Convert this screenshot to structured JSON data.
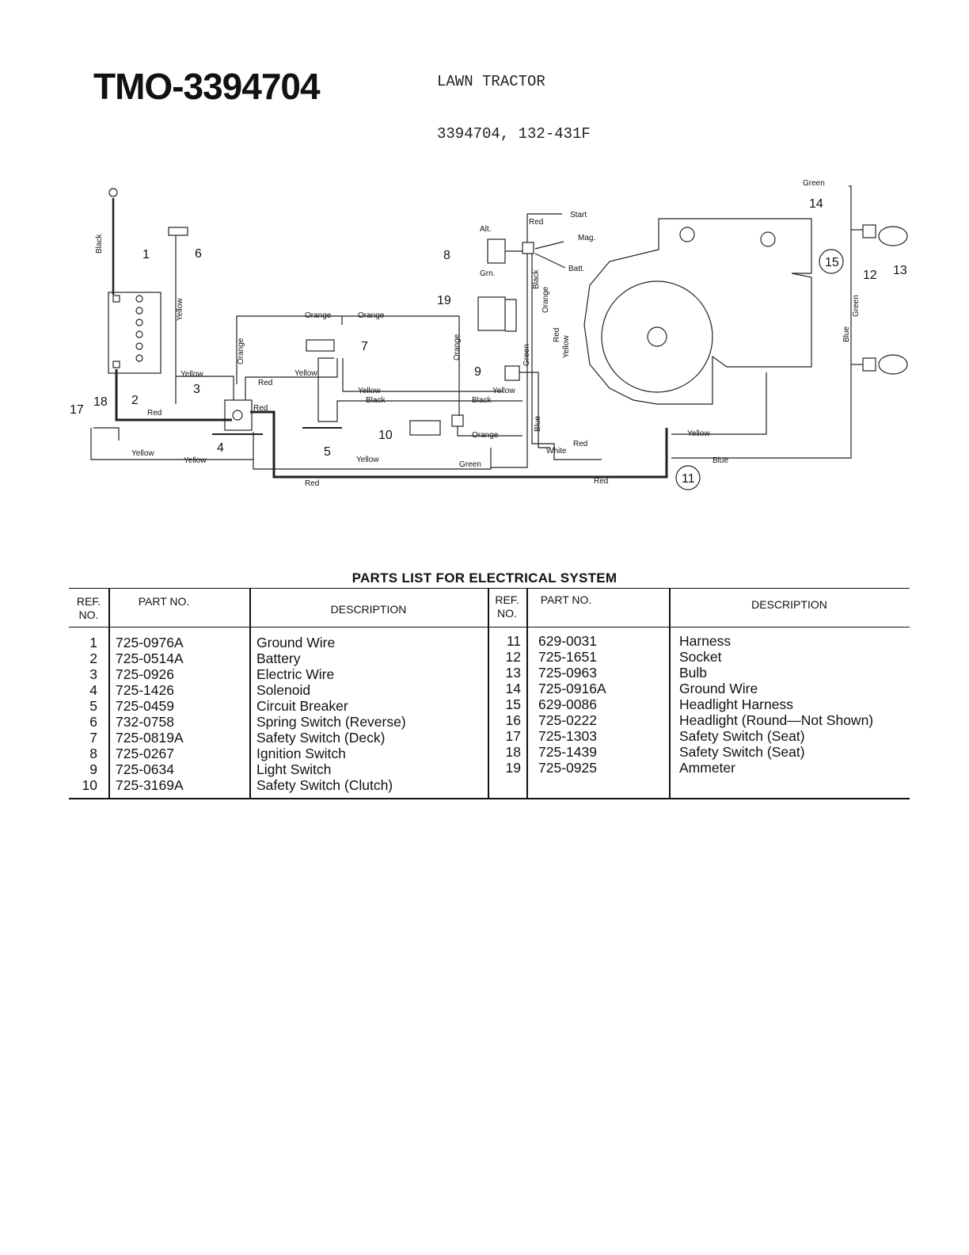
{
  "header": {
    "model_code": "TMO-3394704",
    "title_line1": "LAWN TRACTOR",
    "title_line2": "3394704, 132-431F"
  },
  "diagram": {
    "callouts": [
      "1",
      "2",
      "3",
      "4",
      "5",
      "6",
      "7",
      "8",
      "9",
      "10",
      "11",
      "12",
      "13",
      "14",
      "15",
      "17",
      "18",
      "19"
    ],
    "wire_labels": {
      "black": "Black",
      "yellow": "Yellow",
      "orange": "Orange",
      "red": "Red",
      "green": "Green",
      "blue": "Blue",
      "white": "White"
    },
    "switch_terminals": {
      "start": "Start",
      "mag": "Mag.",
      "batt": "Batt.",
      "alt": "Alt.",
      "grn": "Grn."
    }
  },
  "parts_list": {
    "title": "PARTS LIST FOR ELECTRICAL SYSTEM",
    "headers": {
      "ref_no": "REF. NO.",
      "part_no": "PART NO.",
      "description": "DESCRIPTION"
    },
    "left": [
      {
        "ref": "1",
        "part": "725-0976A",
        "description": "Ground Wire"
      },
      {
        "ref": "2",
        "part": "725-0514A",
        "description": "Battery"
      },
      {
        "ref": "3",
        "part": "725-0926",
        "description": "Electric Wire"
      },
      {
        "ref": "4",
        "part": "725-1426",
        "description": "Solenoid"
      },
      {
        "ref": "5",
        "part": "725-0459",
        "description": "Circuit Breaker"
      },
      {
        "ref": "6",
        "part": "732-0758",
        "description": "Spring Switch (Reverse)"
      },
      {
        "ref": "7",
        "part": "725-0819A",
        "description": "Safety Switch (Deck)"
      },
      {
        "ref": "8",
        "part": "725-0267",
        "description": "Ignition Switch"
      },
      {
        "ref": "9",
        "part": "725-0634",
        "description": "Light Switch"
      },
      {
        "ref": "10",
        "part": "725-3169A",
        "description": "Safety Switch (Clutch)"
      }
    ],
    "right": [
      {
        "ref": "11",
        "part": "629-0031",
        "description": "Harness"
      },
      {
        "ref": "12",
        "part": "725-1651",
        "description": "Socket"
      },
      {
        "ref": "13",
        "part": "725-0963",
        "description": "Bulb"
      },
      {
        "ref": "14",
        "part": "725-0916A",
        "description": "Ground Wire"
      },
      {
        "ref": "15",
        "part": "629-0086",
        "description": "Headlight Harness"
      },
      {
        "ref": "16",
        "part": "725-0222",
        "description": "Headlight (Round—Not Shown)"
      },
      {
        "ref": "17",
        "part": "725-1303",
        "description": "Safety Switch (Seat)"
      },
      {
        "ref": "18",
        "part": "725-1439",
        "description": "Safety Switch (Seat)"
      },
      {
        "ref": "19",
        "part": "725-0925",
        "description": "Ammeter"
      }
    ]
  }
}
